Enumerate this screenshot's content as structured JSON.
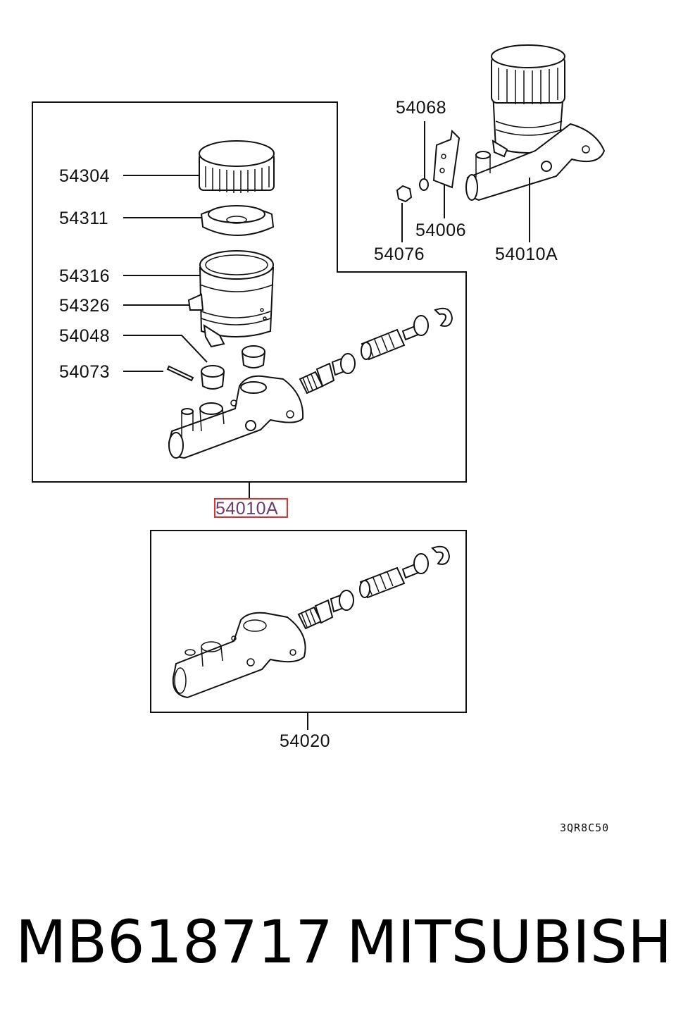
{
  "labels": {
    "p54304": "54304",
    "p54311": "54311",
    "p54316": "54316",
    "p54326": "54326",
    "p54048": "54048",
    "p54073": "54073",
    "p54010A_main": "54010A",
    "p54068": "54068",
    "p54006": "54006",
    "p54076": "54076",
    "p54010A_side": "54010A",
    "p54020": "54020"
  },
  "diagram_code": "3QR8C50",
  "footer": {
    "part_number": "MB618717",
    "brand": "MITSUBISHI"
  },
  "colors": {
    "highlight_box": "#e03030",
    "highlight_text": "#6b3b6b",
    "line": "#111111"
  }
}
